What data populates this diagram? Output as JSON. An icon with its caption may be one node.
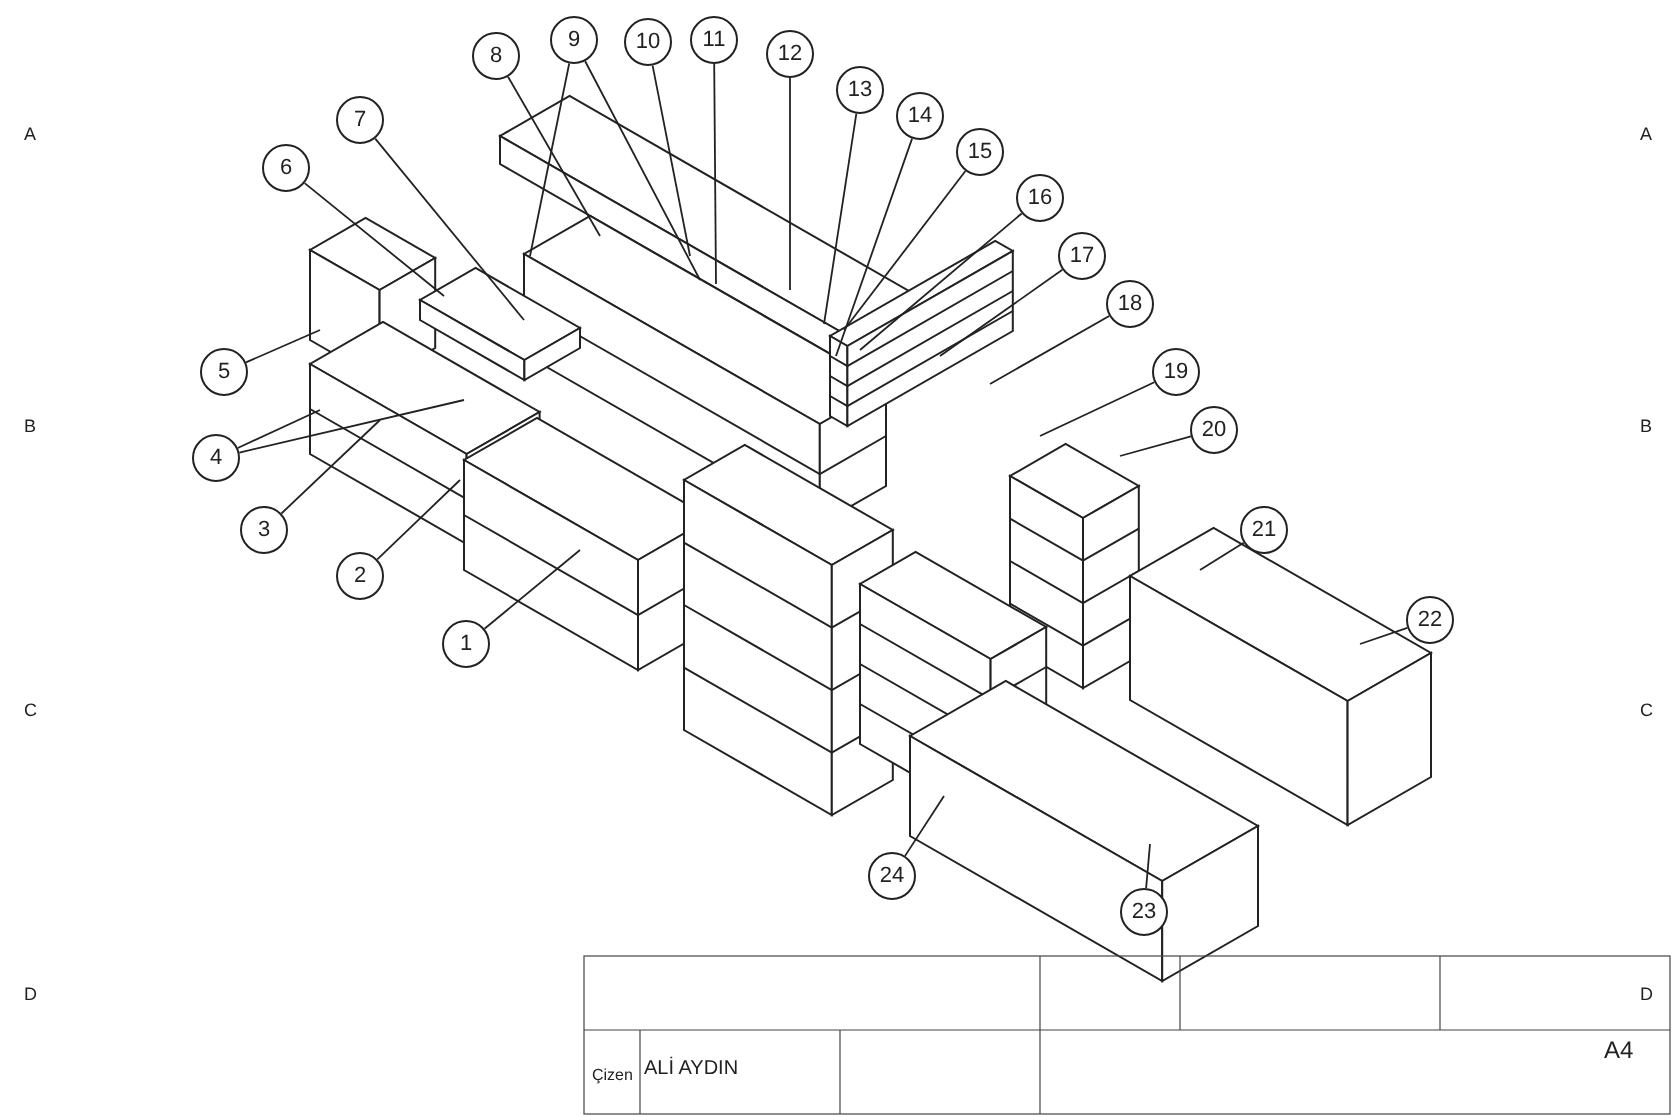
{
  "diagram": {
    "nodes": [
      {
        "text": [
          "1"
        ]
      },
      {
        "text": [
          "2"
        ]
      },
      {
        "text": [
          "3"
        ]
      },
      {
        "text": [
          "4"
        ]
      },
      {
        "text": [
          "5"
        ]
      },
      {
        "text": [
          "6"
        ]
      },
      {
        "text": [
          "7"
        ]
      },
      {
        "text": [
          "8"
        ]
      },
      {
        "text": [
          "9"
        ]
      },
      {
        "text": [
          "10"
        ]
      },
      {
        "text": [
          "11"
        ]
      },
      {
        "text": [
          "12"
        ]
      },
      {
        "text": [
          "13"
        ]
      },
      {
        "text": [
          "14"
        ]
      },
      {
        "text": [
          "15"
        ]
      },
      {
        "text": [
          "16"
        ]
      },
      {
        "text": [
          "17"
        ]
      },
      {
        "text": [
          "18"
        ]
      },
      {
        "text": [
          "19"
        ]
      },
      {
        "text": [
          "20"
        ]
      },
      {
        "text": [
          "21"
        ]
      },
      {
        "text": [
          "22"
        ]
      },
      {
        "text": [
          "23"
        ]
      },
      {
        "text": [
          "24"
        ]
      }
    ],
    "edges": [
      {
        "from": 0,
        "to": null,
        "arrow": "none"
      },
      {
        "from": 1,
        "to": null,
        "arrow": "none"
      },
      {
        "from": 2,
        "to": null,
        "arrow": "none"
      },
      {
        "from": 3,
        "to": null,
        "arrow": "none"
      },
      {
        "from": 3,
        "to": null,
        "arrow": "none"
      },
      {
        "from": 4,
        "to": null,
        "arrow": "none"
      },
      {
        "from": 5,
        "to": null,
        "arrow": "none"
      },
      {
        "from": 6,
        "to": null,
        "arrow": "none"
      },
      {
        "from": 7,
        "to": null,
        "arrow": "none"
      },
      {
        "from": 8,
        "to": null,
        "arrow": "none"
      },
      {
        "from": 8,
        "to": null,
        "arrow": "none"
      },
      {
        "from": 9,
        "to": null,
        "arrow": "none"
      },
      {
        "from": 10,
        "to": null,
        "arrow": "none"
      },
      {
        "from": 11,
        "to": null,
        "arrow": "none"
      },
      {
        "from": 12,
        "to": null,
        "arrow": "none"
      },
      {
        "from": 13,
        "to": null,
        "arrow": "none"
      },
      {
        "from": 14,
        "to": null,
        "arrow": "none"
      },
      {
        "from": 15,
        "to": null,
        "arrow": "none"
      },
      {
        "from": 16,
        "to": null,
        "arrow": "none"
      },
      {
        "from": 17,
        "to": null,
        "arrow": "none"
      },
      {
        "from": 18,
        "to": null,
        "arrow": "none"
      },
      {
        "from": 19,
        "to": null,
        "arrow": "none"
      },
      {
        "from": 20,
        "to": null,
        "arrow": "none"
      },
      {
        "from": 21,
        "to": null,
        "arrow": "none"
      },
      {
        "from": 22,
        "to": null,
        "arrow": "none"
      },
      {
        "from": 23,
        "to": null,
        "arrow": "none"
      }
    ],
    "labels": [
      "A",
      "A",
      "B",
      "B",
      "C",
      "C",
      "D",
      "D",
      "Çizen",
      "ALİ AYDIN",
      "A4"
    ]
  }
}
